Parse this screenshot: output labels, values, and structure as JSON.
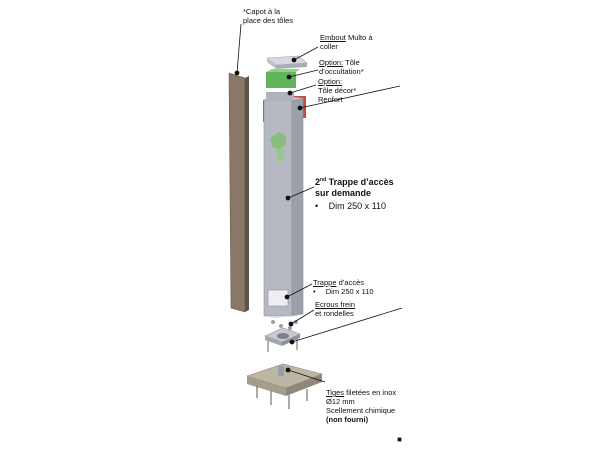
{
  "labels": {
    "capot": {
      "line1": "*Capot à la",
      "line2": "place des tôles"
    },
    "embout": {
      "word": "Embout",
      "rest": " Multo à",
      "line2": "coller"
    },
    "option_occultation": {
      "word": "Option:",
      "rest": " Tôle",
      "line2": "d’occultation*"
    },
    "option_decor": {
      "word": "Option:",
      "line2": "Tôle décor*"
    },
    "renfort": "Renfort",
    "trappe2": {
      "sup_prefix": "2",
      "sup": "nd",
      "title_rest": " Trappe d’accès",
      "line2": "sur demande",
      "bullet": "•",
      "dim": "Dim 250 x 110"
    },
    "trappe1": {
      "word": "Trappe",
      "rest": " d’accès",
      "bullet": "•",
      "dim": "Dim 250 x 110"
    },
    "ecrous": {
      "line1": "Ecrous frein",
      "line2": "et rondelles"
    },
    "tiges": {
      "word": "Tiges",
      "rest": " filetées en inox",
      "line2": "Ø12 mm",
      "line3": "Scellement chimique",
      "line4": "(non fourni)"
    }
  },
  "colors": {
    "panel": "#8a7866",
    "post": "#b6b9c1",
    "green": "#5fb55a",
    "red": "#c64a45",
    "base": "#bdb6a3"
  }
}
